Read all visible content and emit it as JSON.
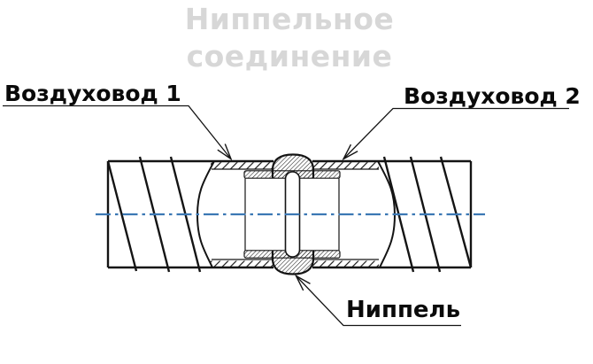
{
  "title": {
    "line1": "Ниппельное",
    "line2": "соединение"
  },
  "labels": {
    "duct1": "Воздуховод 1",
    "duct2": "Воздуховод 2",
    "nipple": "Ниппель"
  },
  "diagram": {
    "kind": "technical-drawing",
    "view": "longitudinal section of a nipple joint between two spiral-seam round air ducts",
    "callouts": [
      {
        "text": "Воздуховод 1",
        "points_to": "left duct wall"
      },
      {
        "text": "Воздуховод 2",
        "points_to": "right duct wall"
      },
      {
        "text": "Ниппель",
        "points_to": "central bead of the inner nipple sleeve"
      }
    ]
  },
  "theme": {
    "background": "#ffffff",
    "line_color": "#141414",
    "centerline_color": "#3c78b4",
    "title_color": "#d7d7d7",
    "label_color": "#0a0a0a"
  }
}
